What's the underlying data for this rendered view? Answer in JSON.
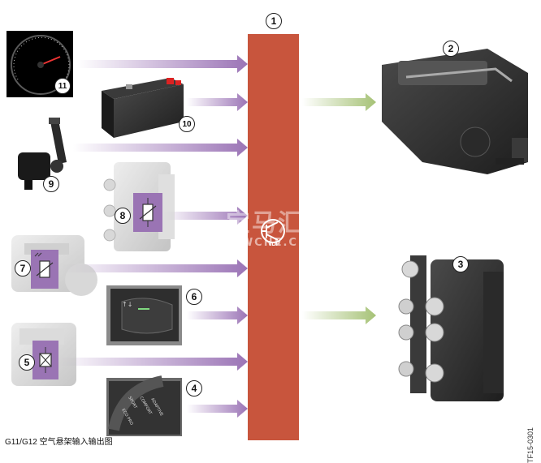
{
  "callouts": {
    "n1": "1",
    "n2": "2",
    "n3": "3",
    "n4": "4",
    "n5": "5",
    "n6": "6",
    "n7": "7",
    "n8": "8",
    "n9": "9",
    "n10": "10",
    "n11": "11"
  },
  "central_unit_label": "VDP",
  "caption": "G11/G12 空气悬架输入输出图",
  "document_id": "TF15-0301",
  "watermark": {
    "logo_text": "宝马汇",
    "url_text": "BMWCHE.CN"
  },
  "switch_labels": {
    "sport": "SPORT",
    "comfort": "COMFORT",
    "ecopro": "ECO PRO",
    "adaptive": "ADAPTIVE"
  },
  "colors": {
    "central_block": "#c8553d",
    "input_arrow": "#a07ab8",
    "output_arrow": "#a8c47a"
  },
  "icons": {
    "central_unit": "transistor-symbol-icon",
    "sensor_symbol": "variable-resistor-icon",
    "valve_symbol": "solenoid-valve-icon"
  }
}
